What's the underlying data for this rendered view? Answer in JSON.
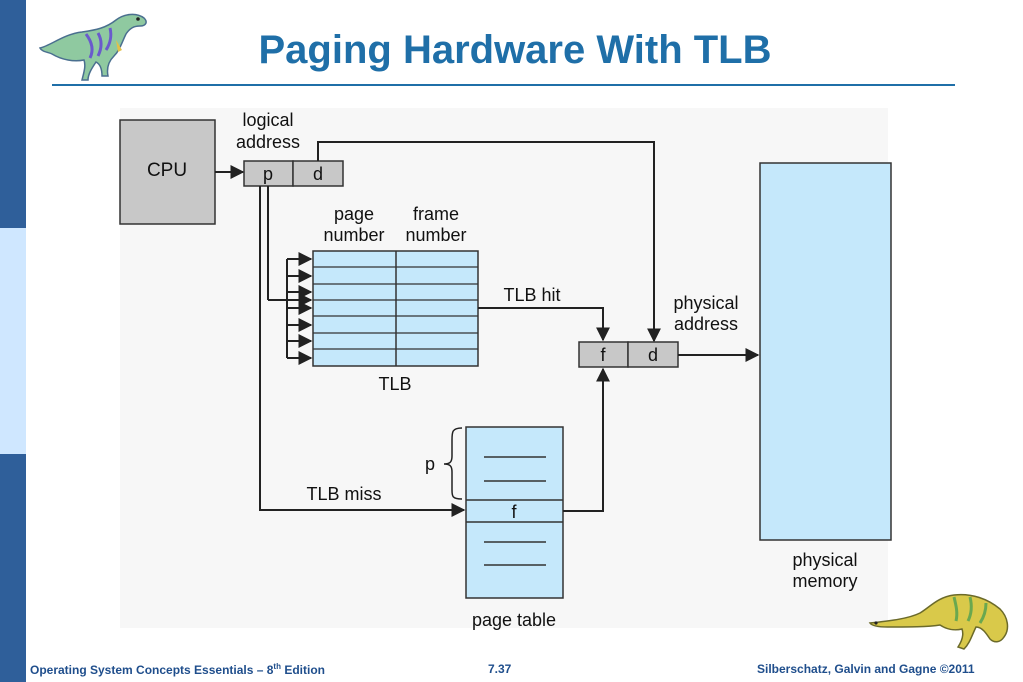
{
  "slide": {
    "title": "Paging Hardware With TLB",
    "footer_left": "Operating System Concepts Essentials – 8",
    "footer_left_sup": "th",
    "footer_left_suffix": " Edition",
    "page_number": "7.37",
    "footer_right": "Silberschatz, Galvin and Gagne ©2011"
  },
  "colors": {
    "accent": "#1f6fa8",
    "sidebar_dark": "#2f5f9a",
    "sidebar_light": "#cfe7ff",
    "tlb_fill": "#c5e8fb",
    "memory_fill": "#c5e8fb",
    "gray_box": "#c8c8c8"
  },
  "diagram": {
    "cpu_label": "CPU",
    "logical_address_line1": "logical",
    "logical_address_line2": "address",
    "p": "p",
    "d": "d",
    "page_number_line1": "page",
    "page_number_line2": "number",
    "frame_number_line1": "frame",
    "frame_number_line2": "number",
    "tlb_label": "TLB",
    "tlb_hit": "TLB hit",
    "tlb_miss": "TLB miss",
    "physical_address_line1": "physical",
    "physical_address_line2": "address",
    "f": "f",
    "pt_p": "p",
    "pt_f": "f",
    "page_table_label": "page table",
    "physical_memory_line1": "physical",
    "physical_memory_line2": "memory"
  },
  "icons": {
    "top_left": "dinosaur-icon",
    "bottom_right": "dinosaur-icon"
  }
}
